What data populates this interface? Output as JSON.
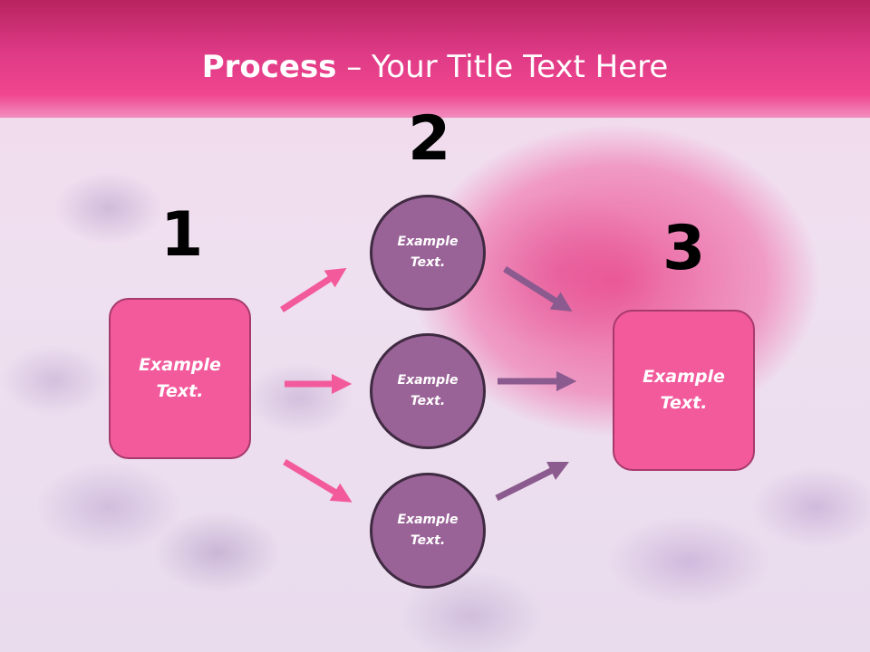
{
  "slide": {
    "title_bold": "Process",
    "title_rest": " – Your Title Text Here"
  },
  "steps": {
    "one": "1",
    "two": "2",
    "three": "3"
  },
  "left_box": {
    "text": "Example Text."
  },
  "circles": [
    {
      "text": "Example Text."
    },
    {
      "text": "Example Text."
    },
    {
      "text": "Example Text."
    }
  ],
  "right_box": {
    "text": "Example Text."
  },
  "colors": {
    "pink_box": "#f25a9c",
    "purple_circle": "#9a6397",
    "pink_arrow": "#f25a9c",
    "purple_arrow": "#8b5a8f"
  }
}
